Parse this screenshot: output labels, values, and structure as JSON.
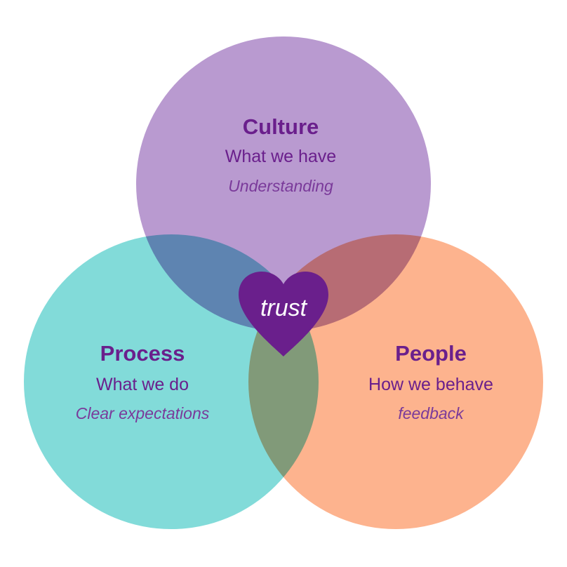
{
  "colors": {
    "culture": "#b99ad0",
    "process": "#7fdbd9",
    "people": "#fdb28c",
    "text": "#6a1f8c",
    "heart": "#6a1f8c"
  },
  "circles": {
    "culture": {
      "title": "Culture",
      "subtitle": "What we have",
      "note": "Understanding"
    },
    "process": {
      "title": "Process",
      "subtitle": "What we do",
      "note": "Clear expectations"
    },
    "people": {
      "title": "People",
      "subtitle": "How we behave",
      "note": "feedback"
    }
  },
  "center": {
    "label": "trust",
    "icon": "heart-icon"
  }
}
